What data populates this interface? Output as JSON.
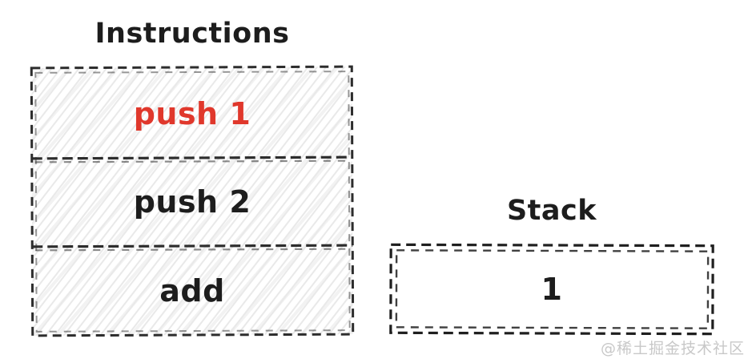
{
  "instructions": {
    "title": "Instructions",
    "items": [
      {
        "label": "push 1",
        "highlighted": true
      },
      {
        "label": "push 2",
        "highlighted": false
      },
      {
        "label": "add",
        "highlighted": false
      }
    ]
  },
  "stack": {
    "title": "Stack",
    "items": [
      {
        "label": "1"
      }
    ]
  },
  "watermark": "@稀土掘金技术社区",
  "colors": {
    "highlight": "#e0382c",
    "ink": "#2d2d2d",
    "hatch": "#e9e9e9",
    "watermark": "#c8c8c8"
  }
}
